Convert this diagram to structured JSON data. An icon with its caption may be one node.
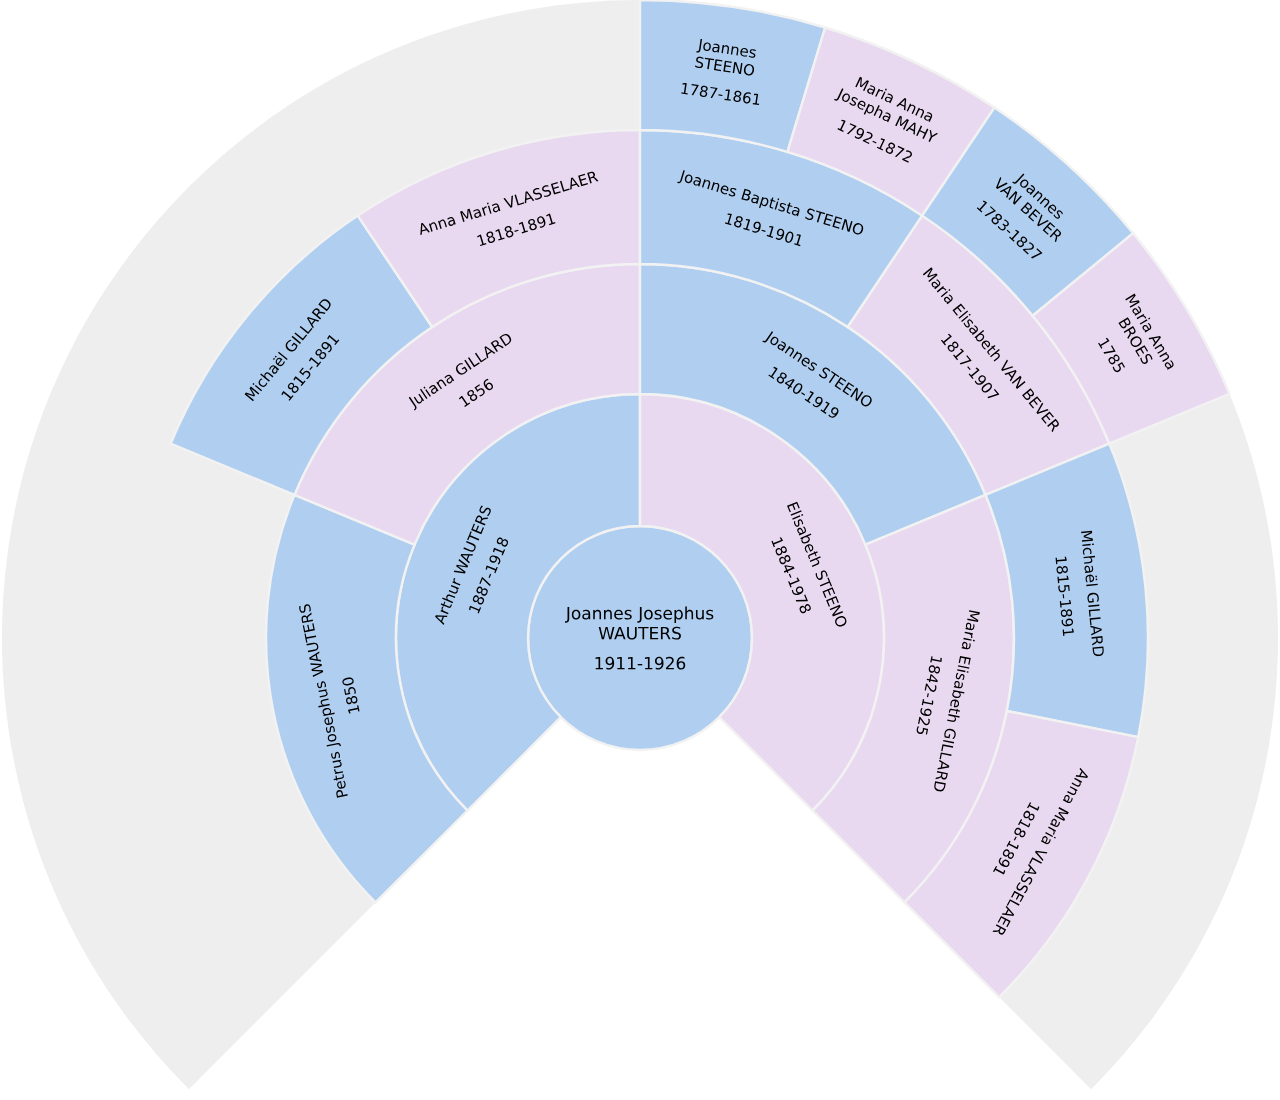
{
  "diagram": {
    "nodes": [
      {
        "text": [
          "Joannes Josephus WAUTERS",
          "1911-1926"
        ]
      },
      {
        "text": [
          "Arthur WAUTERS",
          "1887-1918"
        ]
      },
      {
        "text": [
          "Elisabeth STEENO",
          "1884-1978"
        ]
      },
      {
        "text": [
          "Petrus Josephus WAUTERS",
          "1850"
        ]
      },
      {
        "text": [
          "Juliana GILLARD",
          "1856"
        ]
      },
      {
        "text": [
          "Joannes STEENO",
          "1840-1919"
        ]
      },
      {
        "text": [
          "Maria Elisabeth GILLARD",
          "1842-1925"
        ]
      },
      {
        "text": [
          "Michaël GILLARD",
          "1815-1891"
        ]
      },
      {
        "text": [
          "Anna Maria VLASSELAER",
          "1818-1891"
        ]
      },
      {
        "text": [
          "Joannes Baptista STEENO",
          "1819-1901"
        ]
      },
      {
        "text": [
          "Maria Elisabeth VAN BEVER",
          "1817-1907"
        ]
      },
      {
        "text": [
          "Michaël GILLARD",
          "1815-1891"
        ]
      },
      {
        "text": [
          "Anna Maria VLASSELAER",
          "1818-1891"
        ]
      },
      {
        "text": [
          "Joannes STEENO",
          "1787-1861"
        ]
      },
      {
        "text": [
          "Maria Anna Josepha MAHY",
          "1792-1872"
        ]
      },
      {
        "text": [
          "Joannes VAN BEVER",
          "1783-1827"
        ]
      },
      {
        "text": [
          "Maria Anna BROES",
          "1785"
        ]
      }
    ]
  }
}
